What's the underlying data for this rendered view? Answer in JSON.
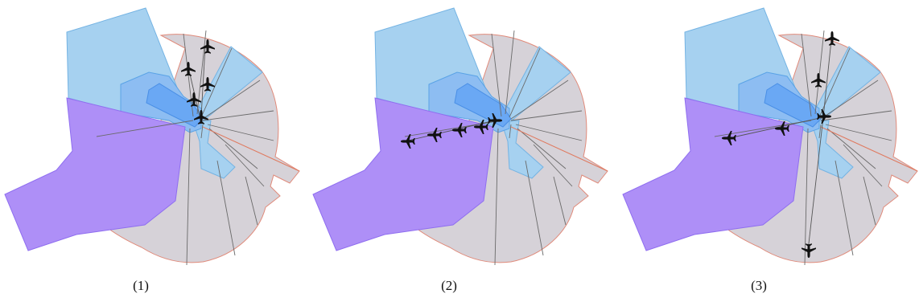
{
  "figure": {
    "panels": [
      {
        "label": "(1)",
        "flow": "north"
      },
      {
        "label": "(2)",
        "flow": "west"
      },
      {
        "label": "(3)",
        "flow": "north-west-south"
      }
    ]
  },
  "colors": {
    "gray_sector": "#d6d2d8",
    "light_blue_sector": "#a6d1f0",
    "mid_blue_sector": "#8dbdf2",
    "runway_blue": "#6aa8f4",
    "purple_sector": "#ae8ff7",
    "boundary_red": "#e0795e",
    "aircraft": "#111111"
  },
  "icons": [
    "airplane-icon"
  ]
}
